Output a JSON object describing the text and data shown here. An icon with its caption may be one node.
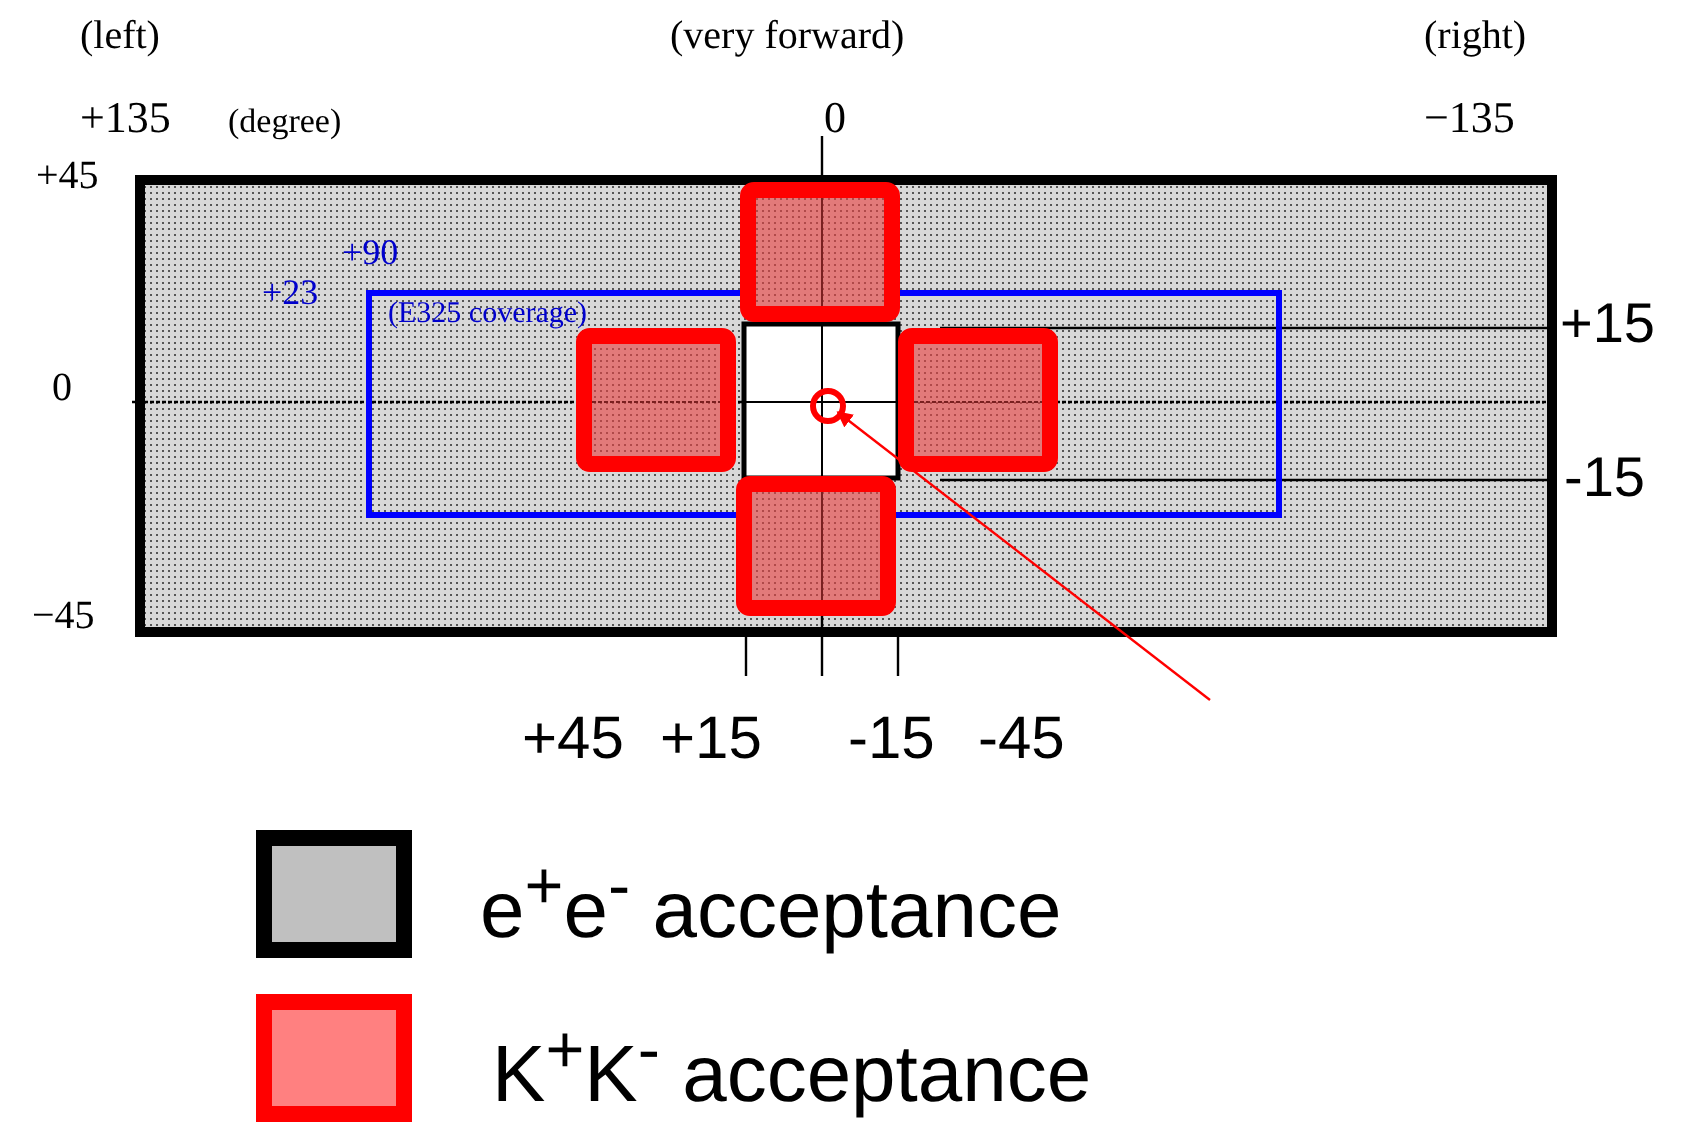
{
  "diagram": {
    "nodes": [
      {
        "text": [
          "(E325 coverage)"
        ]
      },
      {
        "text": [],
        "shape": "circle",
        "in": 0
      }
    ],
    "edges": [
      {
        "from": null,
        "to": 1,
        "arrow": "to",
        "color": "#ff0000"
      }
    ],
    "labels": [
      "(left)",
      "(very forward)",
      "(right)",
      "+135",
      "(degree)",
      "0",
      "−135",
      "+45",
      "+90",
      "+23",
      "+15",
      "0",
      "-15",
      "−45",
      "+45",
      "+15",
      "-15",
      "-45"
    ],
    "legend": [
      {
        "text": "e$^{+}$e$^{-}$ acceptance",
        "color": "#c0c0c0"
      },
      {
        "text": "K$^{+}$K$^{-}$ acceptance",
        "color": "#ff8080"
      }
    ]
  }
}
